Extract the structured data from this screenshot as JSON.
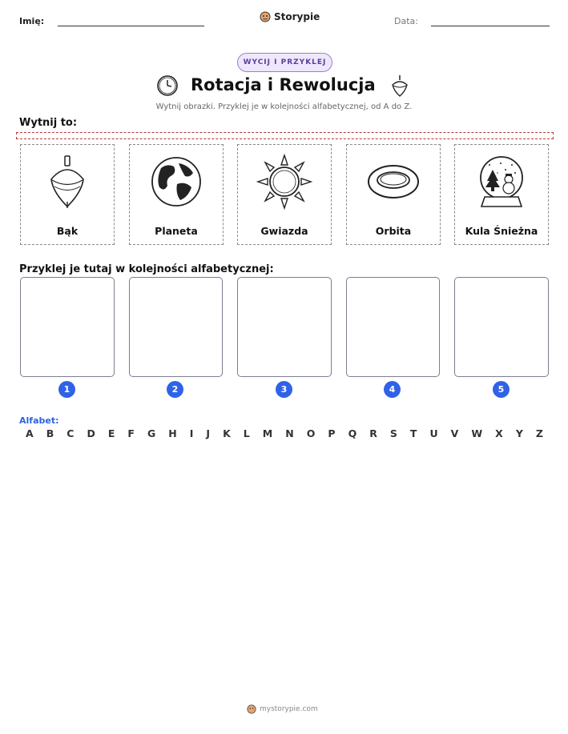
{
  "header": {
    "name_label": "Imię:",
    "date_label": "Data:",
    "brand": "Storypie"
  },
  "badge": "WYCIJ I PRZYKLEJ",
  "title": "Rotacja i Rewolucja",
  "subtitle": "Wytnij obrazki. Przyklej je w kolejności alfabetycznej, od A do Z.",
  "cut_section_label": "Wytnij to:",
  "cards": [
    {
      "label": "Bąk",
      "icon": "spinning-top-icon"
    },
    {
      "label": "Planeta",
      "icon": "earth-globe-icon"
    },
    {
      "label": "Gwiazda",
      "icon": "sun-star-icon"
    },
    {
      "label": "Orbita",
      "icon": "orbit-ring-icon"
    },
    {
      "label": "Kula Śnieżna",
      "icon": "snow-globe-icon"
    }
  ],
  "paste_section_label": "Przyklej je tutaj w kolejności alfabetycznej:",
  "slots": [
    "1",
    "2",
    "3",
    "4",
    "5"
  ],
  "alphabet_label": "Alfabet:",
  "alphabet": [
    "A",
    "B",
    "C",
    "D",
    "E",
    "F",
    "G",
    "H",
    "I",
    "J",
    "K",
    "L",
    "M",
    "N",
    "O",
    "P",
    "Q",
    "R",
    "S",
    "T",
    "U",
    "V",
    "W",
    "X",
    "Y",
    "Z"
  ],
  "footer": "mystorypie.com",
  "colors": {
    "accent_blue": "#2f62e6",
    "badge_purple": "#9b7fd0",
    "cut_line_red": "#b23a3a"
  }
}
